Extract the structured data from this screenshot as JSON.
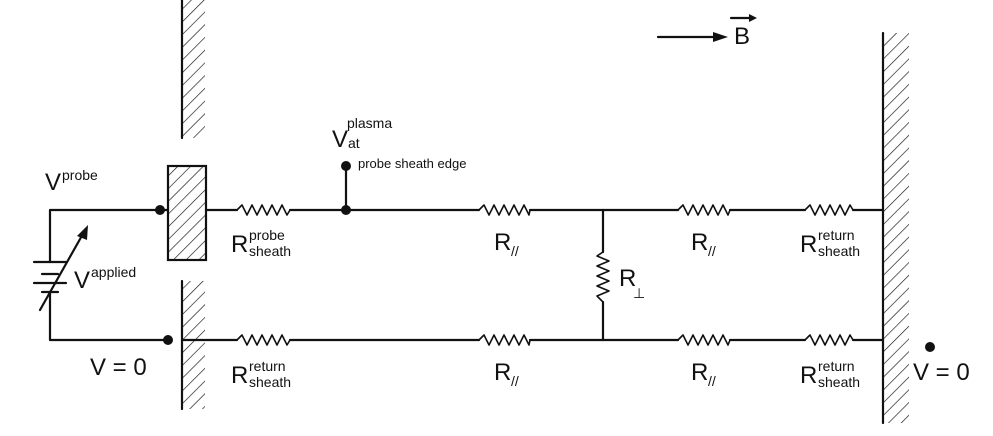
{
  "field": {
    "symbol": "B"
  },
  "probe": {
    "base": "V",
    "sup": "probe"
  },
  "plasma_node": {
    "base": "V",
    "sup": "plasma",
    "sub": "at",
    "note": "probe sheath edge"
  },
  "applied": {
    "base": "V",
    "sup": "applied"
  },
  "ground_left": {
    "label": "V = 0"
  },
  "ground_right": {
    "label": "V = 0"
  },
  "resistors": {
    "probe_sheath": {
      "base": "R",
      "sup": "probe",
      "sub": "sheath"
    },
    "return_sheath": {
      "base": "R",
      "sup": "return",
      "sub": "sheath"
    },
    "parallel": {
      "base": "R",
      "sub": "//"
    },
    "perp": {
      "base": "R",
      "sub": "⊥"
    }
  }
}
